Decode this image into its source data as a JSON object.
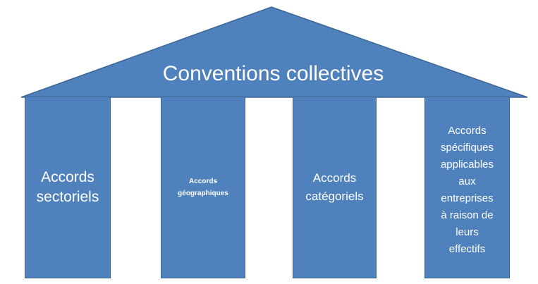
{
  "colors": {
    "fill": "#4f81bd",
    "border": "#3a6595",
    "text": "#ffffff"
  },
  "roof": {
    "title": "Conventions collectives"
  },
  "pillars": [
    {
      "lines": [
        "Accords",
        "sectoriels"
      ]
    },
    {
      "lines": [
        "Accords",
        "géographiques"
      ]
    },
    {
      "lines": [
        "Accords",
        "catégoriels"
      ]
    },
    {
      "lines": [
        "Accords",
        "spécifiques",
        "applicables",
        "aux",
        "entreprises",
        "à raison de",
        "leurs",
        "effectifs"
      ]
    }
  ]
}
